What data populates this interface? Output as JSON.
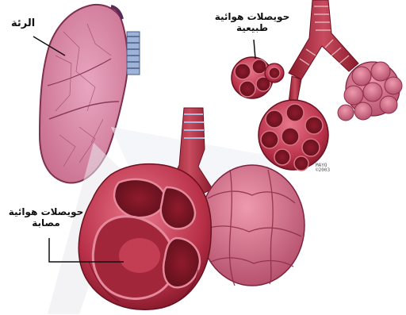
{
  "labels": {
    "lung": "الرئة",
    "normal_alveoli_line1": "حويصلات هوائية",
    "normal_alveoli_line2": "طبيعية",
    "damaged_alveoli_line1": "حويصلات هوائية",
    "damaged_alveoli_line2": "مصابة"
  },
  "watermark": [
    "MAYO",
    "©2003"
  ],
  "colors": {
    "background": "#ffffff",
    "lung": "#d98aa8",
    "tissue": "#b8304a",
    "tissue_dark": "#7a1524",
    "trachea": "#9fb2d8",
    "outline": "#111111"
  }
}
